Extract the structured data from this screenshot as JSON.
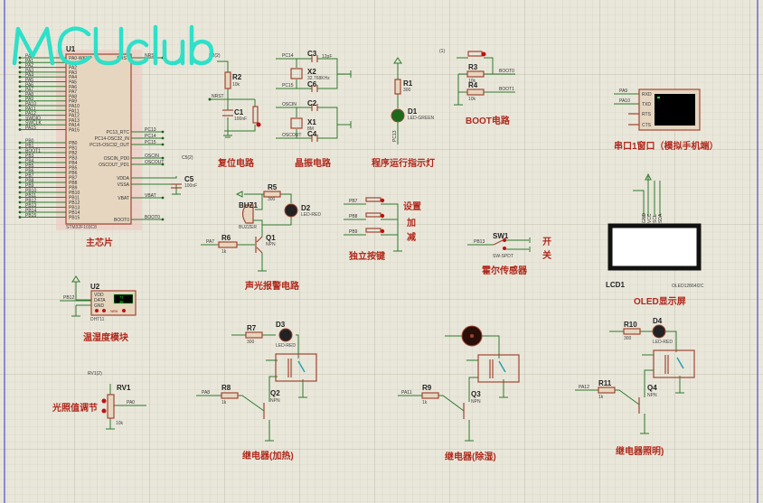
{
  "watermark": "MCUclub",
  "colors": {
    "wire": "#2f7a2f",
    "component": "#a04632",
    "title": "#b0281c",
    "background": "#e9e7da",
    "watermark": "#2ee0c8"
  },
  "mcu": {
    "ref": "U1",
    "part": "STM32F103C8",
    "title": "主芯片",
    "left_nets": [
      "PA0",
      "PA1",
      "PA2",
      "PA3",
      "PA4",
      "PA5",
      "PA6",
      "PA7",
      "PA8",
      "PA9",
      "PA10",
      "PA11",
      "PA12",
      "SWDIO",
      "SWCLK",
      "PA15",
      "PB0",
      "PB1",
      "BOOT1",
      "PB3",
      "PB4",
      "PB5",
      "PB6",
      "PB7",
      "PB8",
      "PB9",
      "PB10",
      "PB11",
      "PB12",
      "PB13",
      "PB14",
      "PB15"
    ],
    "left_pins": [
      "PA0-WKUP",
      "PA1",
      "PA2",
      "PA3",
      "PA4",
      "PA5",
      "PA6",
      "PA7",
      "PA8",
      "PA9",
      "PA10",
      "PA11",
      "PA12",
      "PA13",
      "PA14",
      "PA15",
      "PB0",
      "PB1",
      "PB2",
      "PB3",
      "PB4",
      "PB5",
      "PB6",
      "PB7",
      "PB8",
      "PB9",
      "PB10",
      "PB11",
      "PB12",
      "PB13",
      "PB14",
      "PB15"
    ],
    "right_pins": [
      {
        "pin": "NRST",
        "net": "NRST"
      },
      {
        "pin": "PC13_RTC",
        "net": "PC13"
      },
      {
        "pin": "PC14-OSC32_IN",
        "net": "PC14"
      },
      {
        "pin": "PC15-OSC32_OUT",
        "net": "PC15"
      },
      {
        "pin": "OSCIN_PD0",
        "net": "OSCIN"
      },
      {
        "pin": "OSCOUT_PD1",
        "net": "OSCOUT"
      },
      {
        "pin": "VDDA",
        "net": ""
      },
      {
        "pin": "VSSA",
        "net": ""
      },
      {
        "pin": "VBAT",
        "net": "VBAT"
      },
      {
        "pin": "BOOT0",
        "net": "BOOT0"
      }
    ]
  },
  "reset": {
    "title": "复位电路",
    "r": "R2",
    "r_val": "10k",
    "c": "C1",
    "c_val": "100nF",
    "net": "NRST",
    "probe": "R2(2)"
  },
  "c5": {
    "ref": "C5",
    "val": "100nF",
    "probe": "C5(2)"
  },
  "crystal": {
    "title": "晶振电路",
    "x2": "X2",
    "x2_val": "32.768KHz",
    "x1": "X1",
    "x1_val": "8M",
    "c3": "C3",
    "c6": "C6",
    "c2": "C2",
    "c4": "C4",
    "cap_val": "12pF",
    "nets": [
      "PC14",
      "PC15",
      "OSCIN",
      "OSCOUT"
    ]
  },
  "run_led": {
    "title": "程序运行指示灯",
    "r": "R1",
    "r_val": "300",
    "d": "D1",
    "d_val": "LED-GREEN",
    "net": "PC13"
  },
  "boot": {
    "title": "BOOT电路",
    "r3": "R3",
    "r4": "R4",
    "r_val": "10k",
    "nets": [
      "BOOT0",
      "BOOT1"
    ],
    "probe": "(1)"
  },
  "uart": {
    "title": "串口1窗口（模拟手机端）",
    "pins": [
      "RXD",
      "TXD",
      "RTS",
      "CTS"
    ],
    "nets": [
      "PA9",
      "PA10"
    ]
  },
  "oled": {
    "title": "OLED显示屏",
    "ref": "LCD1",
    "part": "OLED12864I2C",
    "pins": [
      "GND",
      "VCC",
      "SCL",
      "SDA"
    ]
  },
  "alarm": {
    "title": "声光报警电路",
    "buz": "BUZ1",
    "buz_val": "BUZZER",
    "r5": "R5",
    "r5_val": "300",
    "d2": "D2",
    "d2_val": "LED-RED",
    "r6": "R6",
    "r6_val": "1k",
    "q": "Q1",
    "q_val": "NPN",
    "net": "PA7"
  },
  "keys": {
    "title": "独立按键",
    "nets": [
      "PB7",
      "PB8",
      "PB9"
    ],
    "labels": [
      "设置",
      "加",
      "减"
    ]
  },
  "hall": {
    "title": "霍尔传感器",
    "ref": "SW1",
    "val": "SW-SPDT",
    "net": "PB13",
    "label": [
      "开",
      "关"
    ]
  },
  "dht": {
    "title": "温湿度模块",
    "ref": "U2",
    "part": "DHT11",
    "pins": [
      "VDD",
      "DATA",
      "GND"
    ],
    "net": "PB12",
    "display": [
      "71",
      "38"
    ],
    "unit": "%RH"
  },
  "light": {
    "title": "光照值调节",
    "ref": "RV1",
    "val": "10k",
    "net": "PA0",
    "probe": "RV1(2)"
  },
  "relay_heat": {
    "title": "继电器(加热)",
    "r7": "R7",
    "r7_val": "300",
    "d": "D3",
    "d_val": "LED-RED",
    "r": "R8",
    "r_val": "1k",
    "q": "Q2",
    "q_val": "NPN",
    "net": "PA8"
  },
  "relay_dehum": {
    "title": "继电器(除湿)",
    "r": "R9",
    "r_val": "1k",
    "q": "Q3",
    "q_val": "NPN",
    "net": "PA11"
  },
  "relay_light": {
    "title": "继电器照明)",
    "r10": "R10",
    "r10_val": "300",
    "d": "D4",
    "d_val": "LED-RED",
    "r": "R11",
    "r_val": "1k",
    "q": "Q4",
    "q_val": "NPN",
    "net": "PA12"
  }
}
